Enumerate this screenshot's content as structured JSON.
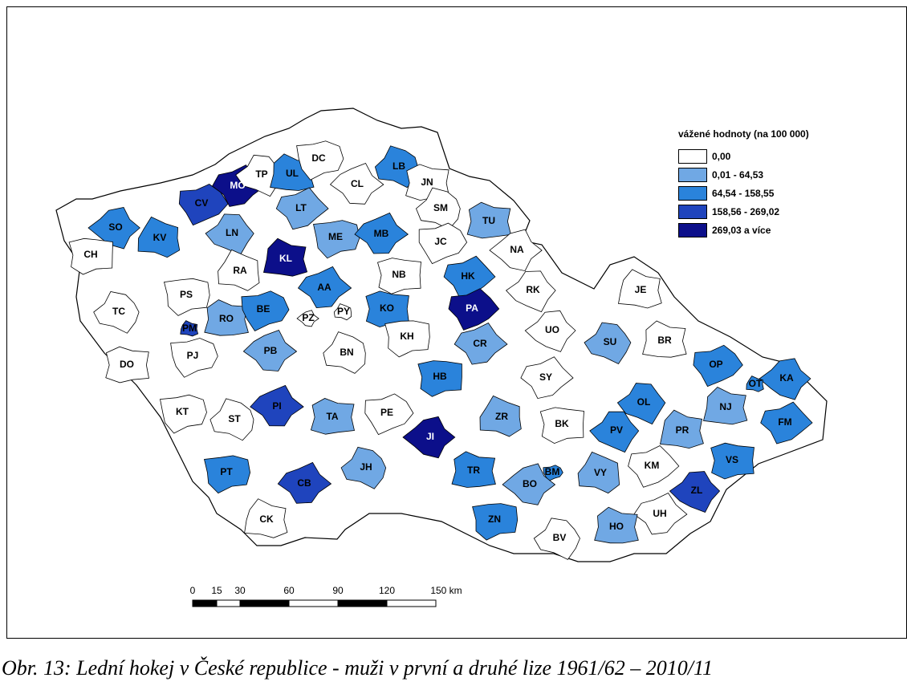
{
  "legend": {
    "title": "vážené hodnoty (na 100 000)",
    "classes": [
      {
        "label": "0,00",
        "color": "#ffffff"
      },
      {
        "label": "0,01 - 64,53",
        "color": "#70a8e4"
      },
      {
        "label": "64,54 - 158,55",
        "color": "#2a83db"
      },
      {
        "label": "158,56 - 269,02",
        "color": "#1f44bd"
      },
      {
        "label": "269,03 a více",
        "color": "#0c0f8a"
      }
    ]
  },
  "scale_bar": {
    "labels": [
      "0",
      "15",
      "30",
      "60",
      "90",
      "120",
      "150 km"
    ]
  },
  "caption": "Obr. 13: Lední hokej v České republice - muži v první a druhé lize 1961/62 – 2010/11",
  "districts": [
    {
      "code": "MO",
      "class": 4
    },
    {
      "code": "TP",
      "class": 0
    },
    {
      "code": "UL",
      "class": 2
    },
    {
      "code": "DC",
      "class": 0
    },
    {
      "code": "CL",
      "class": 0
    },
    {
      "code": "LB",
      "class": 2
    },
    {
      "code": "JN",
      "class": 0
    },
    {
      "code": "CV",
      "class": 3
    },
    {
      "code": "SO",
      "class": 2
    },
    {
      "code": "KV",
      "class": 2
    },
    {
      "code": "CH",
      "class": 0
    },
    {
      "code": "LT",
      "class": 1
    },
    {
      "code": "LN",
      "class": 1
    },
    {
      "code": "KL",
      "class": 4
    },
    {
      "code": "ME",
      "class": 1
    },
    {
      "code": "MB",
      "class": 2
    },
    {
      "code": "SM",
      "class": 0
    },
    {
      "code": "TU",
      "class": 1
    },
    {
      "code": "JC",
      "class": 0
    },
    {
      "code": "NA",
      "class": 0
    },
    {
      "code": "RA",
      "class": 0
    },
    {
      "code": "NB",
      "class": 0
    },
    {
      "code": "HK",
      "class": 2
    },
    {
      "code": "RK",
      "class": 0
    },
    {
      "code": "JE",
      "class": 0
    },
    {
      "code": "PS",
      "class": 0
    },
    {
      "code": "AA",
      "class": 2
    },
    {
      "code": "TC",
      "class": 0
    },
    {
      "code": "RO",
      "class": 1
    },
    {
      "code": "BE",
      "class": 2
    },
    {
      "code": "PZ",
      "class": 0
    },
    {
      "code": "PY",
      "class": 0
    },
    {
      "code": "KO",
      "class": 2
    },
    {
      "code": "PA",
      "class": 4
    },
    {
      "code": "UO",
      "class": 0
    },
    {
      "code": "PM",
      "class": 3
    },
    {
      "code": "KH",
      "class": 0
    },
    {
      "code": "CR",
      "class": 1
    },
    {
      "code": "SU",
      "class": 1
    },
    {
      "code": "BR",
      "class": 0
    },
    {
      "code": "PJ",
      "class": 0
    },
    {
      "code": "PB",
      "class": 1
    },
    {
      "code": "BN",
      "class": 0
    },
    {
      "code": "DO",
      "class": 0
    },
    {
      "code": "OP",
      "class": 2
    },
    {
      "code": "KA",
      "class": 2
    },
    {
      "code": "OT",
      "class": 2
    },
    {
      "code": "HB",
      "class": 2
    },
    {
      "code": "SY",
      "class": 0
    },
    {
      "code": "OL",
      "class": 2
    },
    {
      "code": "NJ",
      "class": 1
    },
    {
      "code": "KT",
      "class": 0
    },
    {
      "code": "PI",
      "class": 3
    },
    {
      "code": "ST",
      "class": 0
    },
    {
      "code": "TA",
      "class": 1
    },
    {
      "code": "PE",
      "class": 0
    },
    {
      "code": "JI",
      "class": 4
    },
    {
      "code": "ZR",
      "class": 1
    },
    {
      "code": "BK",
      "class": 0
    },
    {
      "code": "FM",
      "class": 2
    },
    {
      "code": "PV",
      "class": 2
    },
    {
      "code": "PR",
      "class": 1
    },
    {
      "code": "PT",
      "class": 2
    },
    {
      "code": "CB",
      "class": 3
    },
    {
      "code": "JH",
      "class": 1
    },
    {
      "code": "TR",
      "class": 2
    },
    {
      "code": "BM",
      "class": 2
    },
    {
      "code": "BO",
      "class": 1
    },
    {
      "code": "VY",
      "class": 1
    },
    {
      "code": "VS",
      "class": 2
    },
    {
      "code": "KM",
      "class": 0
    },
    {
      "code": "ZL",
      "class": 3
    },
    {
      "code": "CK",
      "class": 0
    },
    {
      "code": "ZN",
      "class": 2
    },
    {
      "code": "UH",
      "class": 0
    },
    {
      "code": "BV",
      "class": 0
    },
    {
      "code": "HO",
      "class": 1
    }
  ]
}
